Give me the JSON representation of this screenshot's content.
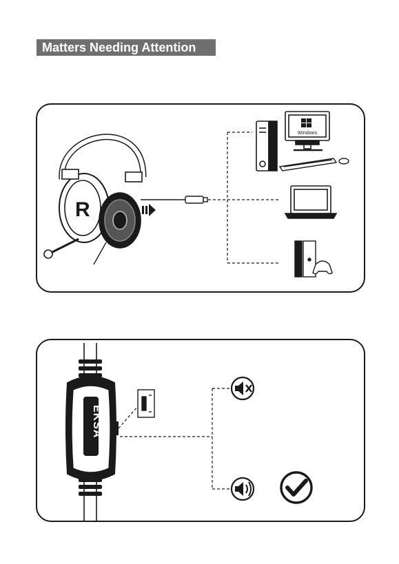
{
  "header": {
    "title": "Matters Needing Attention"
  },
  "compatibility_panel": {
    "monitor_brand_text": "Windows",
    "devices": [
      "pc-with-monitor",
      "laptop",
      "game-console"
    ]
  },
  "control_panel": {
    "remote_brand_text": "EKSA",
    "states": [
      {
        "icon": "speaker-muted-icon"
      },
      {
        "icon": "speaker-on-icon",
        "status": "check-mark-icon"
      }
    ]
  },
  "colors": {
    "banner_bg": "#6f6f6f",
    "banner_text": "#ffffff",
    "line": "#1a1a1a"
  }
}
